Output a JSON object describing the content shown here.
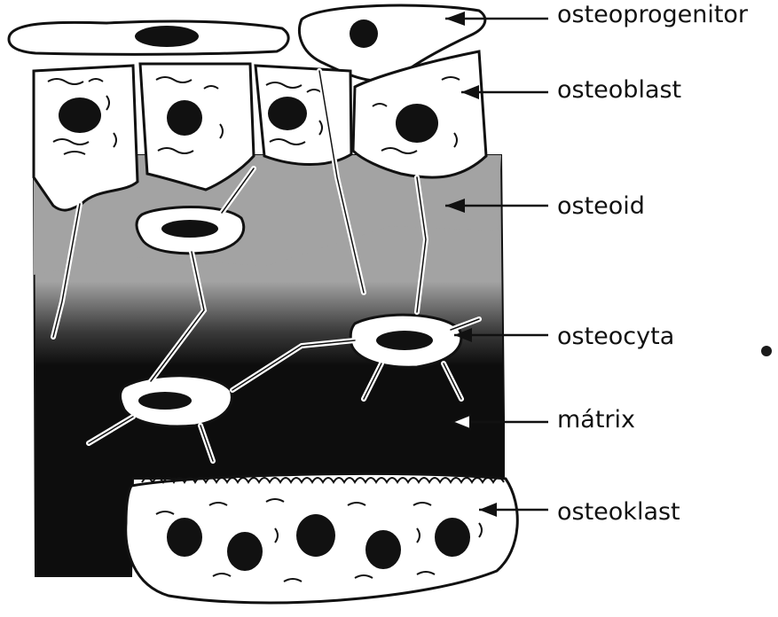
{
  "labels": {
    "osteoprogenitor": "osteoprogenitor",
    "osteoblast": "osteoblast",
    "osteoid": "osteoid",
    "osteocyta": "osteocyta",
    "matrix": "mátrix",
    "osteoklast": "osteoklast"
  },
  "colors": {
    "ink": "#111111",
    "osteoid_gray": "#a3a3a3",
    "matrix_black": "#0d0d0d",
    "cell_fill": "#ffffff"
  }
}
